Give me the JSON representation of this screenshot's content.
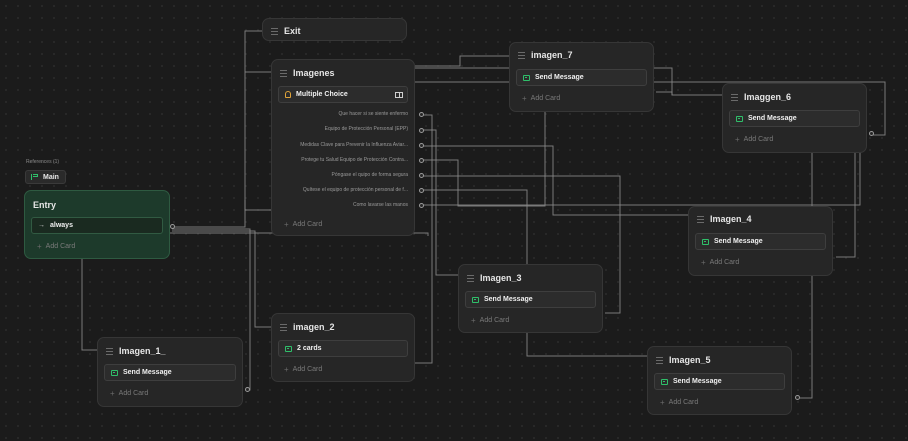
{
  "references": {
    "label": "References (1)",
    "main": "Main"
  },
  "nodes": {
    "entry": {
      "title": "Entry",
      "card": "always",
      "add": "Add Card"
    },
    "exit": {
      "title": "Exit"
    },
    "imagenes": {
      "title": "Imagenes",
      "card": "Multiple Choice",
      "choices": [
        "Que hacer si se siente enfermo",
        "Equipo de Protección Personal (EPP)",
        "Medidas Clave para Prevenir la Influenza Aviar...",
        "Protege tu Salud Equipo de Protección Contra...",
        "Póngase el quipo de forma segura",
        "Quítese el equipo de protección personal de f...",
        "Como lavarse las manos"
      ],
      "add": "Add Card"
    },
    "imagen_7": {
      "title": "imagen_7",
      "card": "Send Message",
      "add": "Add Card"
    },
    "imaggen_6": {
      "title": "Imaggen_6",
      "card": "Send Message",
      "add": "Add Card"
    },
    "imagen_4": {
      "title": "Imagen_4",
      "card": "Send Message",
      "add": "Add Card"
    },
    "imagen_3": {
      "title": "Imagen_3",
      "card": "Send Message",
      "add": "Add Card"
    },
    "imagen_2": {
      "title": "imagen_2",
      "card": "2 cards",
      "add": "Add Card"
    },
    "imagen_1": {
      "title": "Imagen_1_",
      "card": "Send Message",
      "add": "Add Card"
    },
    "imagen_5": {
      "title": "Imagen_5",
      "card": "Send Message",
      "add": "Add Card"
    }
  },
  "colors": {
    "accent_green": "#2fbf6a",
    "entry_bg": "#1d3a2b",
    "canvas_bg": "#1b1b1b"
  }
}
